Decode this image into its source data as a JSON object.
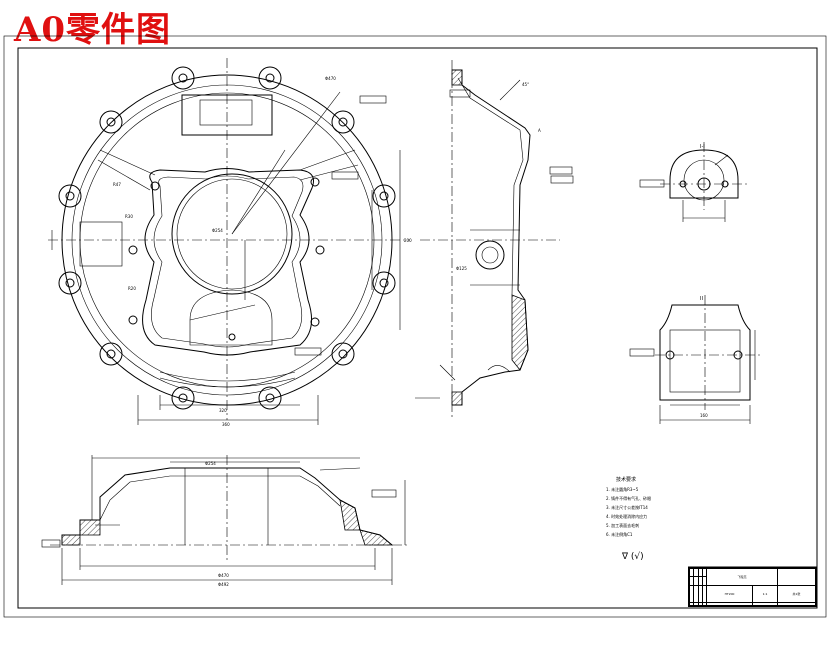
{
  "drawing": {
    "title": "A0零件图"
  },
  "technical_requirements": {
    "heading": "技术要求",
    "items": [
      "1. 未注圆角R3~5",
      "2. 铸件不得有气孔、砂眼",
      "3. 未注尺寸公差按IT14",
      "4. 时效处理消除内应力",
      "5. 加工表面去毛刺",
      "6. 未注倒角C1"
    ]
  },
  "roughness_note": "∇ (√)",
  "title_block": {
    "part_name": "飞轮壳",
    "material": "HT200",
    "scale": "1:1",
    "sheet": "共1张"
  }
}
